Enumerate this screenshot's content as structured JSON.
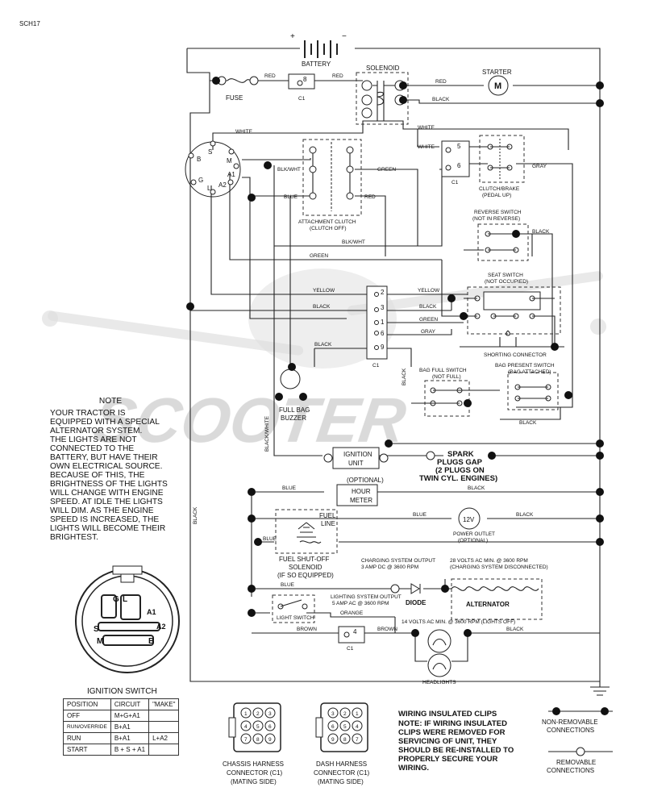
{
  "header": {
    "code": "SCH17"
  },
  "watermark": {
    "text": "SCOOTER",
    "color": "#dcdcdc"
  },
  "components": {
    "battery": "BATTERY",
    "battery_plus": "+",
    "battery_minus": "−",
    "solenoid": "SOLENOID",
    "starter": "STARTER",
    "starter_m": "M",
    "fuse": "FUSE",
    "attachment_clutch": [
      "ATTACHMENT CLUTCH",
      "(CLUTCH OFF)"
    ],
    "clutch_brake": [
      "CLUTCH/BRAKE",
      "(PEDAL UP)"
    ],
    "reverse_switch": [
      "REVERSE SWITCH",
      "(NOT IN REVERSE)"
    ],
    "seat_switch": [
      "SEAT SWITCH",
      "(NOT OCCUPIED)"
    ],
    "shorting_connector": "SHORTING CONNECTOR",
    "bag_full_switch": [
      "BAG FULL SWITCH",
      "(NOT FULL)"
    ],
    "bag_present_switch": [
      "BAG PRESENT SWITCH",
      "(BAG ATTACHED)"
    ],
    "full_bag_buzzer": [
      "FULL BAG",
      "BUZZER"
    ],
    "ignition_unit": [
      "IGNITION",
      "UNIT"
    ],
    "spark_plugs": [
      "SPARK",
      "PLUGS GAP",
      "(2 PLUGS ON",
      "TWIN CYL. ENGINES)"
    ],
    "hour_meter": [
      "(OPTIONAL)",
      "HOUR",
      "METER"
    ],
    "power_outlet": [
      "12V",
      "POWER OUTLET",
      "(OPTIONAL)"
    ],
    "fuel_line": [
      "FUEL",
      "LINE"
    ],
    "fuel_shutoff": [
      "FUEL SHUT-OFF",
      "SOLENOID",
      "(IF SO EQUIPPED)"
    ],
    "charging_output": [
      "CHARGING SYSTEM OUTPUT",
      "3 AMP DC @ 3600 RPM"
    ],
    "alternator_ac": [
      "28 VOLTS AC MIN. @ 3600 RPM",
      "(CHARGING SYSTEM DISCONNECTED)"
    ],
    "diode": "DIODE",
    "alternator": "ALTERNATOR",
    "lighting_output": [
      "LIGHTING SYSTEM OUTPUT",
      "5 AMP AC @ 3600 RPM"
    ],
    "lights_ac": "14 VOLTS AC MIN. @ 3600 RPM (LIGHTS OFF)",
    "light_switch": "LIGHT SWITCH",
    "headlights": "HEADLIGHTS",
    "c1": "C1",
    "pins": [
      "8",
      "5",
      "6",
      "2",
      "3",
      "1",
      "6",
      "9",
      "4"
    ]
  },
  "wires": {
    "red": "RED",
    "black": "BLACK",
    "white": "WHITE",
    "green": "GREEN",
    "blue": "BLUE",
    "yellow": "YELLOW",
    "gray": "GRAY",
    "orange": "ORANGE",
    "brown": "BROWN",
    "blkwht": "BLK/WHT",
    "blkwht2": "BLK/WHT",
    "black_white": "BLACK/WHITE"
  },
  "ignition_switch_labels": {
    "terminals": [
      "S",
      "M",
      "A1",
      "A2",
      "L",
      "G",
      "B"
    ],
    "big": [
      "G",
      "L",
      "A1",
      "A2",
      "S",
      "M",
      "B"
    ]
  },
  "note": {
    "title": "NOTE",
    "lines": [
      "YOUR TRACTOR IS",
      "EQUIPPED WITH A SPECIAL",
      "ALTERNATOR SYSTEM.",
      "THE LIGHTS ARE NOT",
      "CONNECTED TO THE",
      "BATTERY, BUT HAVE THEIR",
      "OWN ELECTRICAL SOURCE.",
      "BECAUSE OF THIS, THE",
      "BRIGHTNESS OF THE LIGHTS",
      "WILL CHANGE WITH ENGINE",
      "SPEED.  AT IDLE THE LIGHTS",
      "WILL DIM.  AS THE ENGINE",
      "SPEED IS INCREASED,  THE",
      "LIGHTS WILL BECOME THEIR",
      "BRIGHTEST."
    ]
  },
  "ignition_switch": {
    "title": "IGNITION SWITCH",
    "headers": [
      "POSITION",
      "CIRCUIT",
      "\"MAKE\""
    ],
    "rows": [
      [
        "OFF",
        "M+G+A1",
        ""
      ],
      [
        "RUN/OVERRIDE",
        "B+A1",
        ""
      ],
      [
        "RUN",
        "B+A1",
        "L+A2"
      ],
      [
        "START",
        "B + S + A1",
        ""
      ]
    ]
  },
  "connectors": {
    "chassis": [
      "CHASSIS HARNESS",
      "CONNECTOR (C1)",
      "(MATING SIDE)"
    ],
    "dash": [
      "DASH HARNESS",
      "CONNECTOR (C1)",
      "(MATING SIDE)"
    ],
    "chassis_pins": [
      "1",
      "2",
      "3",
      "4",
      "5",
      "6",
      "7",
      "8",
      "9"
    ],
    "dash_pins": [
      "3",
      "2",
      "1",
      "6",
      "5",
      "4",
      "9",
      "8",
      "7"
    ]
  },
  "legend": {
    "clips": [
      "WIRING INSULATED CLIPS",
      "NOTE: IF WIRING INSULATED",
      "CLIPS WERE REMOVED FOR",
      "SERVICING OF UNIT, THEY",
      "SHOULD BE RE-INSTALLED TO",
      "PROPERLY SECURE YOUR",
      "WIRING."
    ],
    "non_removable": [
      "NON-REMOVABLE",
      "CONNECTIONS"
    ],
    "removable": [
      "REMOVABLE",
      "CONNECTIONS"
    ]
  }
}
